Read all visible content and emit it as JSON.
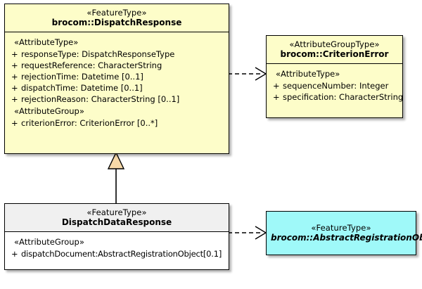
{
  "diagram": {
    "kind": "uml-class-diagram",
    "colors": {
      "class_fill_yellow": "#fdfdc9",
      "class_fill_cyan": "#9ff9f9",
      "class_fill_white": "#ffffff",
      "header_fill_grey": "#f0f0f0",
      "border": "#000000",
      "generalization_arrow_fill": "#f7d9a8",
      "background": "#ffffff"
    }
  },
  "classes": {
    "dispatch_response": {
      "stereotype": "«FeatureType»",
      "name": "brocom::DispatchResponse",
      "compartments": [
        {
          "group_label": "«AttributeType»",
          "attributes": [
            {
              "visibility": "+",
              "signature": "responseType: DispatchResponseType"
            },
            {
              "visibility": "+",
              "signature": "requestReference: CharacterString"
            },
            {
              "visibility": "+",
              "signature": "rejectionTime: Datetime [0..1]"
            },
            {
              "visibility": "+",
              "signature": "dispatchTime: Datetime [0..1]"
            },
            {
              "visibility": "+",
              "signature": "rejectionReason: CharacterString [0..1]"
            }
          ]
        },
        {
          "group_label": "«AttributeGroup»",
          "attributes": [
            {
              "visibility": "+",
              "signature": "criterionError: CriterionError [0..*]"
            }
          ]
        }
      ]
    },
    "criterion_error": {
      "stereotype": "«AttributeGroupType»",
      "name": "brocom::CriterionError",
      "compartments": [
        {
          "group_label": "«AttributeType»",
          "attributes": [
            {
              "visibility": "+",
              "signature": "sequenceNumber: Integer"
            },
            {
              "visibility": "+",
              "signature": "specification: CharacterString"
            }
          ]
        }
      ]
    },
    "dispatch_data_response": {
      "stereotype": "«FeatureType»",
      "name": "DispatchDataResponse",
      "compartments": [
        {
          "group_label": "«AttributeGroup»",
          "attributes": [
            {
              "visibility": "+",
              "signature": "dispatchDocument:AbstractRegistrationObject[0.1]"
            }
          ]
        }
      ]
    },
    "abstract_registration_object": {
      "stereotype": "«FeatureType»",
      "name": "brocom::AbstractRegistrationObject",
      "abstract": true,
      "compartments": []
    }
  },
  "relationships": [
    {
      "id": "dep-dispatchresponse-criterionerror",
      "type": "dependency",
      "style": "dashed-open-arrow",
      "from": "brocom::DispatchResponse",
      "to": "brocom::CriterionError"
    },
    {
      "id": "gen-dispatchdataresponse-dispatchresponse",
      "type": "generalization",
      "style": "solid-hollow-triangle",
      "from": "DispatchDataResponse",
      "to": "brocom::DispatchResponse"
    },
    {
      "id": "dep-dispatchdataresponse-abstractregistrationobject",
      "type": "dependency",
      "style": "dashed-open-arrow",
      "from": "DispatchDataResponse",
      "to": "brocom::AbstractRegistrationObject"
    }
  ]
}
